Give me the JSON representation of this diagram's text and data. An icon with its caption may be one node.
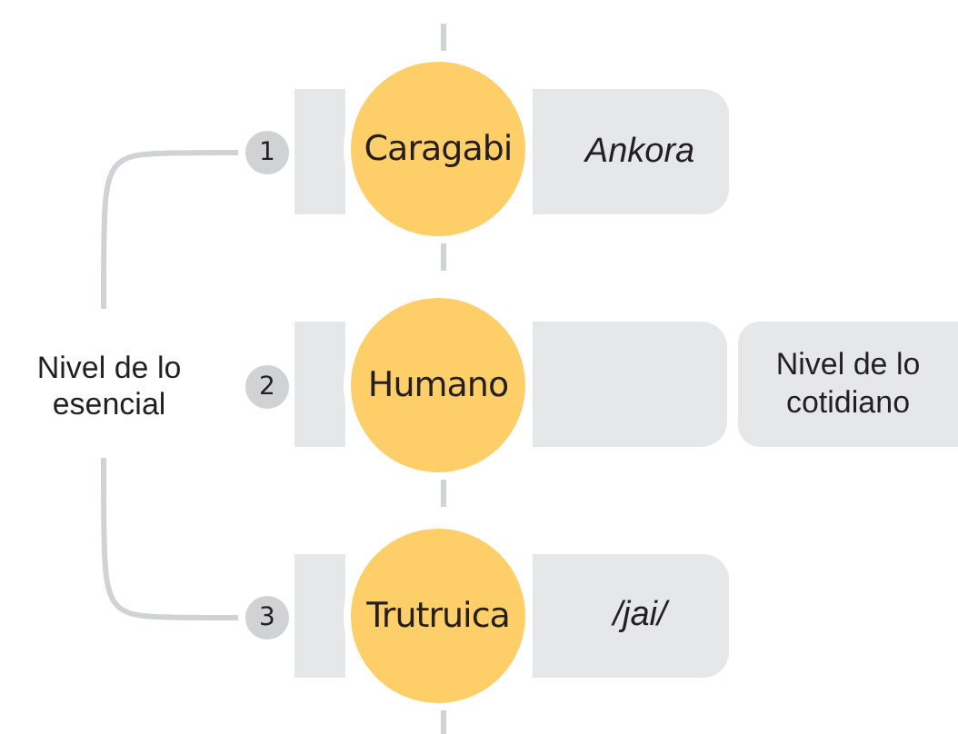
{
  "diagram": {
    "nodes": [
      {
        "text": [
          "1"
        ]
      },
      {
        "text": [
          "Caragabi"
        ]
      },
      {
        "text": [
          "Ankora"
        ]
      },
      {
        "text": [
          "2"
        ]
      },
      {
        "text": [
          "Humano"
        ]
      },
      {
        "text": [],
        "shape": "box"
      },
      {
        "text": [
          "Nivel de lo cotidiano"
        ]
      },
      {
        "text": [
          "3"
        ]
      },
      {
        "text": [
          "Trutruica"
        ]
      },
      {
        "text": [
          "/jai/"
        ]
      },
      {
        "text": [
          "Nivel de lo esencial"
        ]
      }
    ],
    "edges": [
      {
        "from": null,
        "to": 1,
        "arrow": "none",
        "style": "dashed"
      },
      {
        "from": 1,
        "to": 4,
        "arrow": "none",
        "style": "dashed"
      },
      {
        "from": 4,
        "to": 8,
        "arrow": "none",
        "style": "dashed"
      },
      {
        "from": 8,
        "to": null,
        "arrow": "none",
        "style": "dashed"
      },
      {
        "from": 10,
        "to": 0,
        "arrow": "none"
      },
      {
        "from": 10,
        "to": 7,
        "arrow": "none"
      }
    ]
  }
}
